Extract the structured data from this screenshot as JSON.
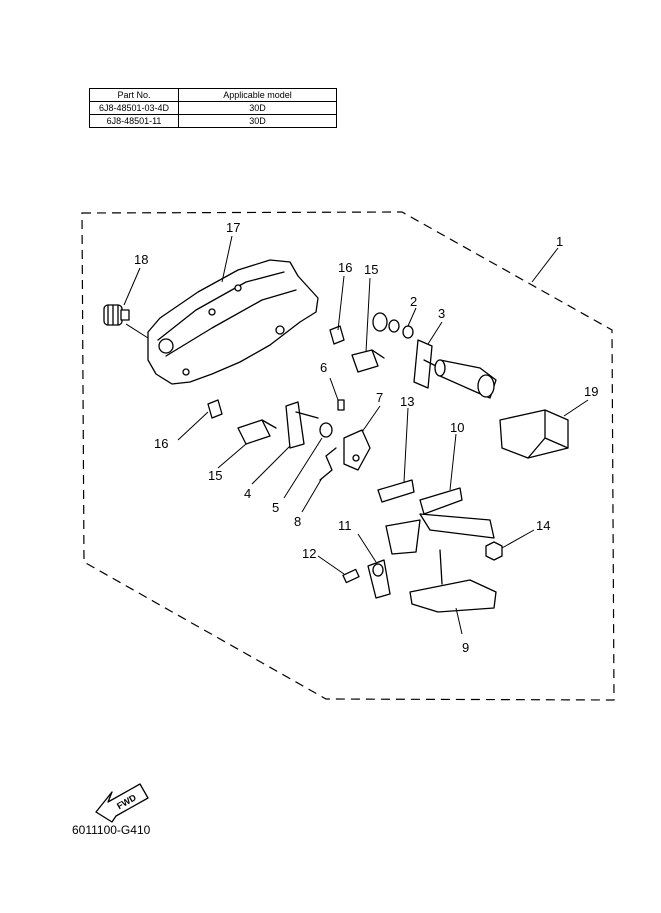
{
  "table": {
    "headers": [
      "Part No.",
      "Applicable model"
    ],
    "rows": [
      [
        "6J8-48501-03-4D",
        "30D"
      ],
      [
        "6J8-48501-11",
        "30D"
      ]
    ]
  },
  "callouts": {
    "c1": "1",
    "c2": "2",
    "c3": "3",
    "c4": "4",
    "c5": "5",
    "c6": "6",
    "c7": "7",
    "c8": "8",
    "c9": "9",
    "c10": "10",
    "c11": "11",
    "c12": "12",
    "c13": "13",
    "c14": "14",
    "c15a": "15",
    "c15b": "15",
    "c16a": "16",
    "c16b": "16",
    "c17": "17",
    "c18": "18",
    "c19": "19"
  },
  "fwd_label": "FWD",
  "footer_code": "6011100-G410"
}
